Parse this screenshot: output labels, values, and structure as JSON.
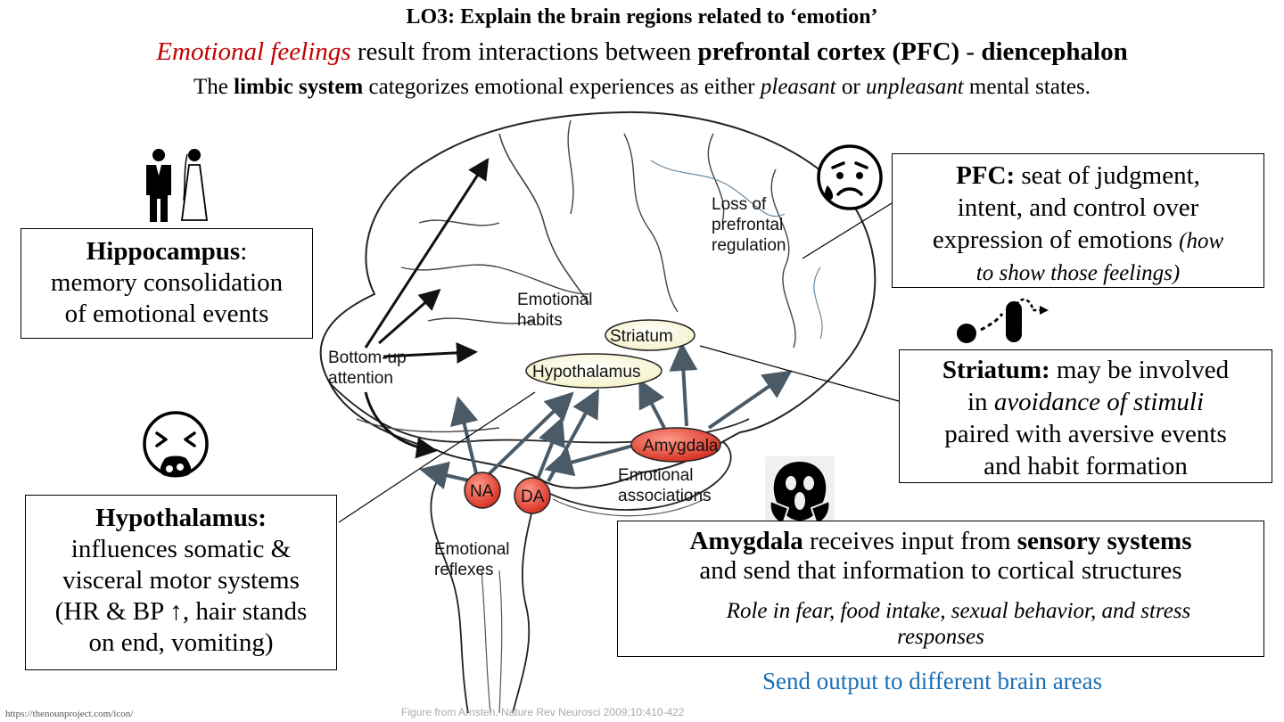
{
  "header": {
    "title": "LO3: Explain the brain regions related to ‘emotion’",
    "line2_a": "Emotional feelings",
    "line2_b": " result from interactions between ",
    "line2_c": "prefrontal cortex (PFC)",
    "line2_d": " - ",
    "line2_e": "diencephalon",
    "line3_a": "The ",
    "line3_b": "limbic system",
    "line3_c": " categorizes emotional experiences as either ",
    "line3_d": "pleasant",
    "line3_e": " or ",
    "line3_f": "unpleasant",
    "line3_g": " mental states."
  },
  "boxes": {
    "hippocampus": {
      "term": "Hippocampus",
      "rest1": ":",
      "rest2": "memory consolidation",
      "rest3": "of emotional events"
    },
    "hypothalamus": {
      "term": "Hypothalamus:",
      "l1": "influences somatic &",
      "l2": "visceral motor systems",
      "l3": "(HR & BP ↑, hair stands",
      "l4": "on end, vomiting)"
    },
    "pfc": {
      "term": "PFC:",
      "l1": " seat of judgment,",
      "l2": "intent, and control over",
      "l3": "expression of emotions ",
      "l3_it": "(how",
      "l4_it": "to show those feelings)"
    },
    "striatum": {
      "term": "Striatum:",
      "l1": " may be involved",
      "l2a": "in ",
      "l2_it": "avoidance of stimuli",
      "l3": "paired with aversive events",
      "l4": "and habit formation"
    },
    "amygdala": {
      "term": "Amygdala",
      "l1a": " receives input from ",
      "l1_b": "sensory systems",
      "l2": "and send that information to cortical structures",
      "l3_it": "Role in fear, food intake, sexual behavior, and stress",
      "l4_it": "responses"
    }
  },
  "diagram": {
    "labels": {
      "loss": [
        "Loss of",
        "prefrontal",
        "regulation"
      ],
      "habits": [
        "Emotional",
        "habits"
      ],
      "bottomup": [
        "Bottom-up",
        "attention"
      ],
      "associations": [
        "Emotional",
        "associations"
      ],
      "reflexes": [
        "Emotional",
        "reflexes"
      ],
      "striatum": "Striatum",
      "hypothalamus": "Hypothalamus",
      "amygdala": "Amygdala",
      "na": "NA",
      "da": "DA"
    }
  },
  "send_output": "Send output to different brain areas",
  "footnote": "https://thenounproject.com/icon/",
  "figure_credit": "Figure from Arnsten. Nature Rev Neurosci 2009;10:410-422",
  "colors": {
    "red_text": "#c00000",
    "blue_text": "#1a6fb5",
    "node_red": "#e23a2a",
    "arrow": "#4a5a66"
  },
  "icons": [
    "couple-icon",
    "worried-face-icon",
    "dots-path-icon",
    "nauseated-face-icon",
    "screaming-face-icon"
  ]
}
